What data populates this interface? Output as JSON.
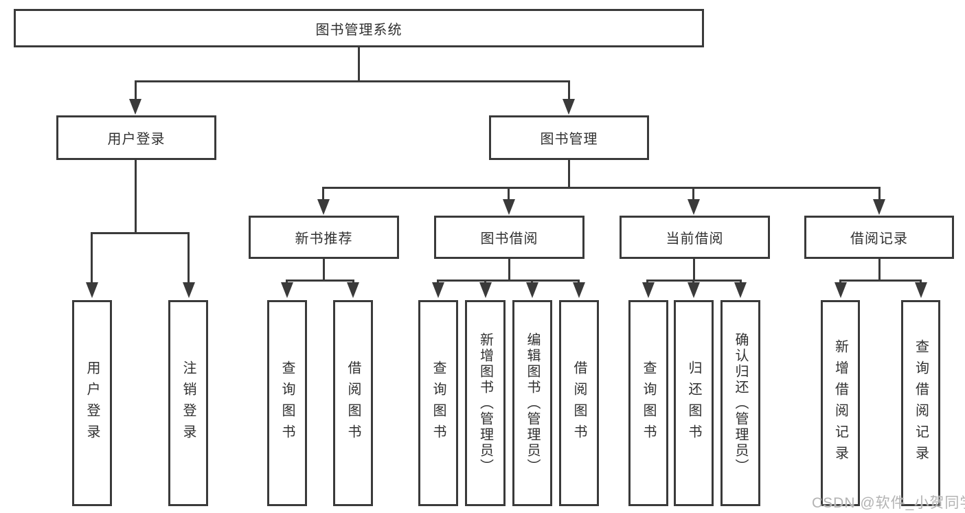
{
  "diagram": {
    "root": "图书管理系统",
    "level2": [
      "用户登录",
      "图书管理"
    ],
    "level3": [
      "新书推荐",
      "图书借阅",
      "当前借阅",
      "借阅记录"
    ],
    "leaves_user_login": [
      "用户登录",
      "注销登录"
    ],
    "leaves_new_books": [
      "查询图书",
      "借阅图书"
    ],
    "leaves_book_borrow": [
      "查询图书",
      "新增图书（管理员）",
      "编辑图书（管理员）",
      "借阅图书"
    ],
    "leaves_current_borrow": [
      "查询图书",
      "归还图书",
      "确认归还（管理员）"
    ],
    "leaves_borrow_records": [
      "新增借阅记录",
      "查询借阅记录"
    ]
  },
  "colors": {
    "line": "#3a3a3a",
    "text": "#303030",
    "background": "#ffffff",
    "watermark": "#b3b3b3"
  },
  "watermark": "CSDN @软件_小贺同学"
}
